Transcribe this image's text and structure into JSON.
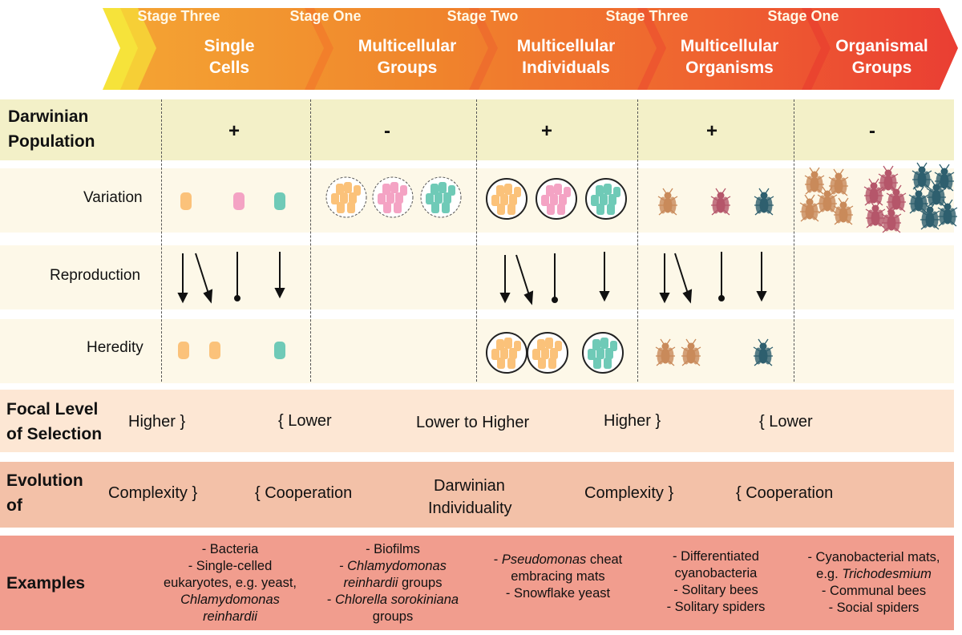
{
  "banner": {
    "stages": [
      "Stage Three",
      "Stage One",
      "Stage Two",
      "Stage Three",
      "Stage One"
    ],
    "categories": [
      {
        "line1": "Single",
        "line2": "Cells"
      },
      {
        "line1": "Multicellular",
        "line2": "Groups"
      },
      {
        "line1": "Multicellular",
        "line2": "Individuals"
      },
      {
        "line1": "Multicellular",
        "line2": "Organisms"
      },
      {
        "line1": "Organismal",
        "line2": "Groups"
      }
    ]
  },
  "darwinian": {
    "label1": "Darwinian",
    "label2": "Population",
    "signs": [
      "+",
      "-",
      "+",
      "+",
      "-"
    ]
  },
  "rows": {
    "variation": "Variation",
    "reproduction": "Reproduction",
    "heredity": "Heredity"
  },
  "focal": {
    "label1": "Focal Level",
    "label2": "of Selection",
    "items": [
      "Higher }",
      "{ Lower",
      "Lower to Higher",
      "Higher }",
      "{ Lower"
    ]
  },
  "evolution": {
    "label1": "Evolution",
    "label2": "of",
    "items": [
      "Complexity }",
      "{ Cooperation",
      "Darwinian",
      "Individuality",
      "Complexity }",
      "{ Cooperation"
    ]
  },
  "examples": {
    "label": "Examples",
    "col1": [
      "- Bacteria",
      "- Single-celled",
      "eukaryotes, e.g. yeast,",
      "Chlamydomonas",
      "reinhardii"
    ],
    "col2": [
      "- Biofilms",
      "- Chlamydomonas",
      "reinhardii",
      " groups",
      "- ",
      "Chlorella sorokiniana",
      "groups"
    ],
    "col3": [
      "- ",
      "Pseudomonas",
      " cheat",
      "embracing mats",
      "- Snowflake yeast"
    ],
    "col4": [
      "- Differentiated",
      "cyanobacteria",
      "- Solitary bees",
      "- Solitary spiders"
    ],
    "col5": [
      "- Cyanobacterial mats,",
      "e.g. ",
      "Trichodesmium",
      "- Communal  bees",
      "- Social spiders"
    ]
  },
  "colors": {
    "yellow": "#f7b928",
    "orange": "#ef7a2a",
    "cell_orange": "#fbc27a",
    "cell_pink": "#f4a3c4",
    "cell_teal": "#6fcab7",
    "fly_tan": "#c98a5a",
    "fly_red": "#b5566a",
    "fly_teal": "#2e5f6e"
  }
}
